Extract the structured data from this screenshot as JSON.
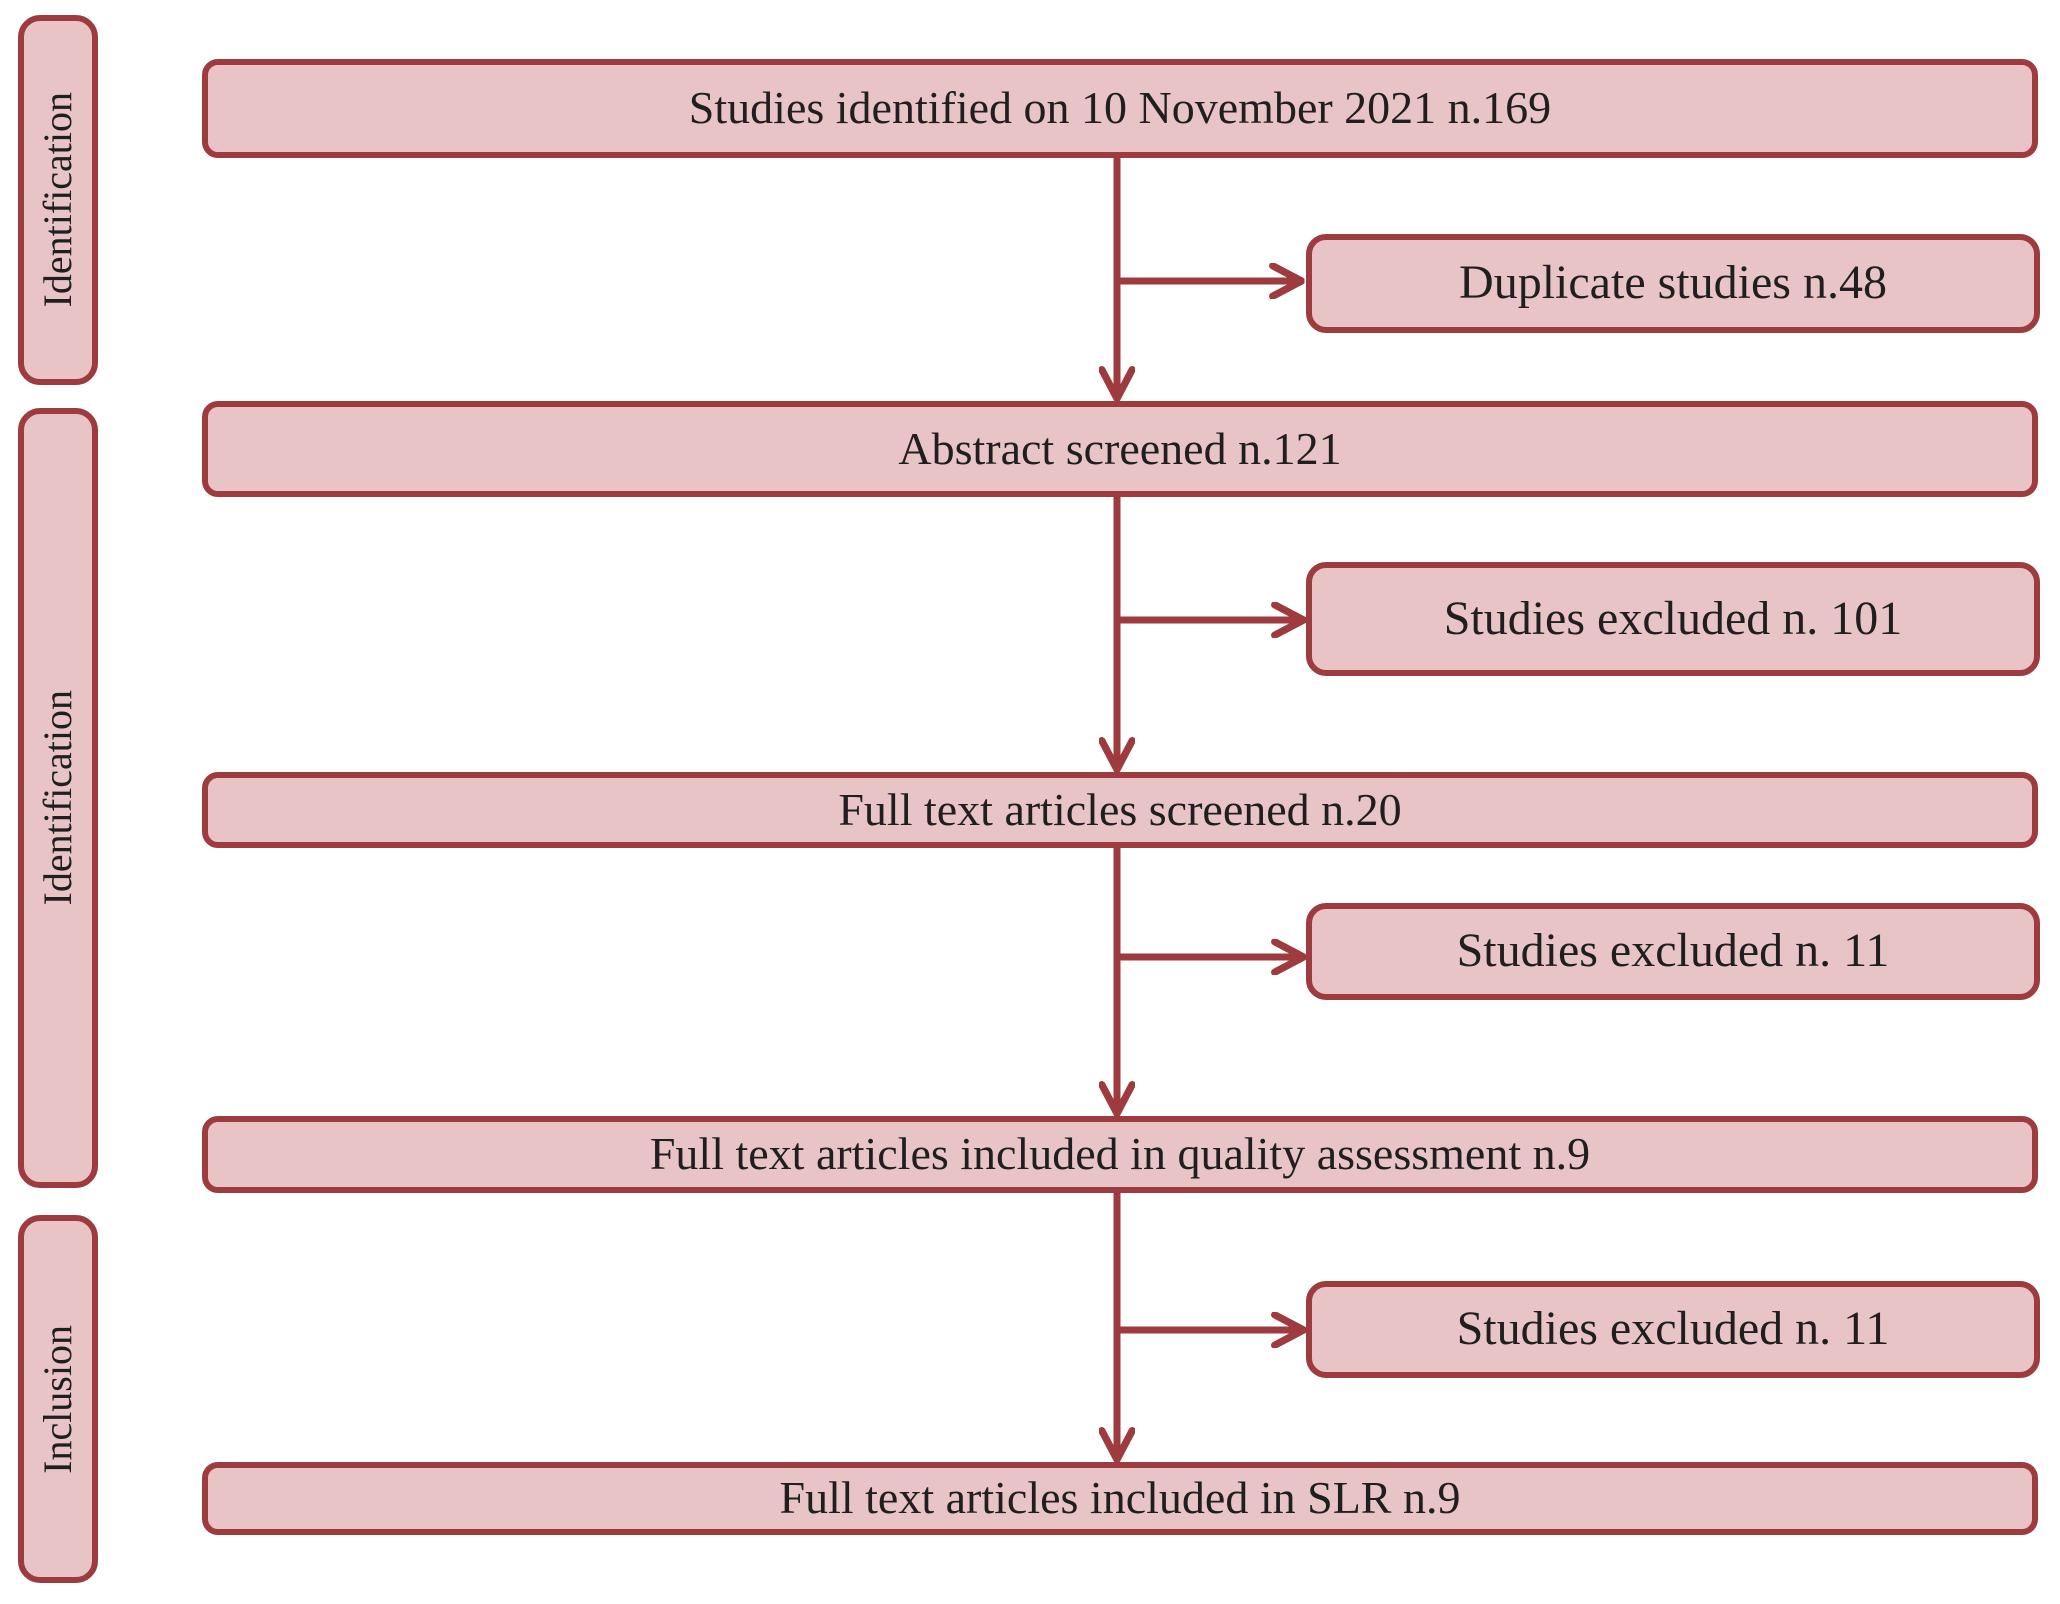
{
  "stages": [
    {
      "label": "Identification"
    },
    {
      "label": "Identification"
    },
    {
      "label": "Inclusion"
    }
  ],
  "flow_boxes": [
    {
      "label": "Studies identified on 10 November 2021 n.169"
    },
    {
      "label": "Abstract screened n.121"
    },
    {
      "label": "Full text articles screened n.20"
    },
    {
      "label": "Full text articles included in quality assessment n.9"
    },
    {
      "label": "Full text articles included in SLR n.9"
    }
  ],
  "exclusion_boxes": [
    {
      "label": "Duplicate studies n.48"
    },
    {
      "label": "Studies excluded n. 101"
    },
    {
      "label": "Studies excluded n. 11"
    },
    {
      "label": "Studies excluded n. 11"
    }
  ],
  "colors": {
    "box_fill": "#e9c4c6",
    "box_border": "#9d3b3f",
    "text": "#1f1f1f",
    "background": "#ffffff"
  }
}
